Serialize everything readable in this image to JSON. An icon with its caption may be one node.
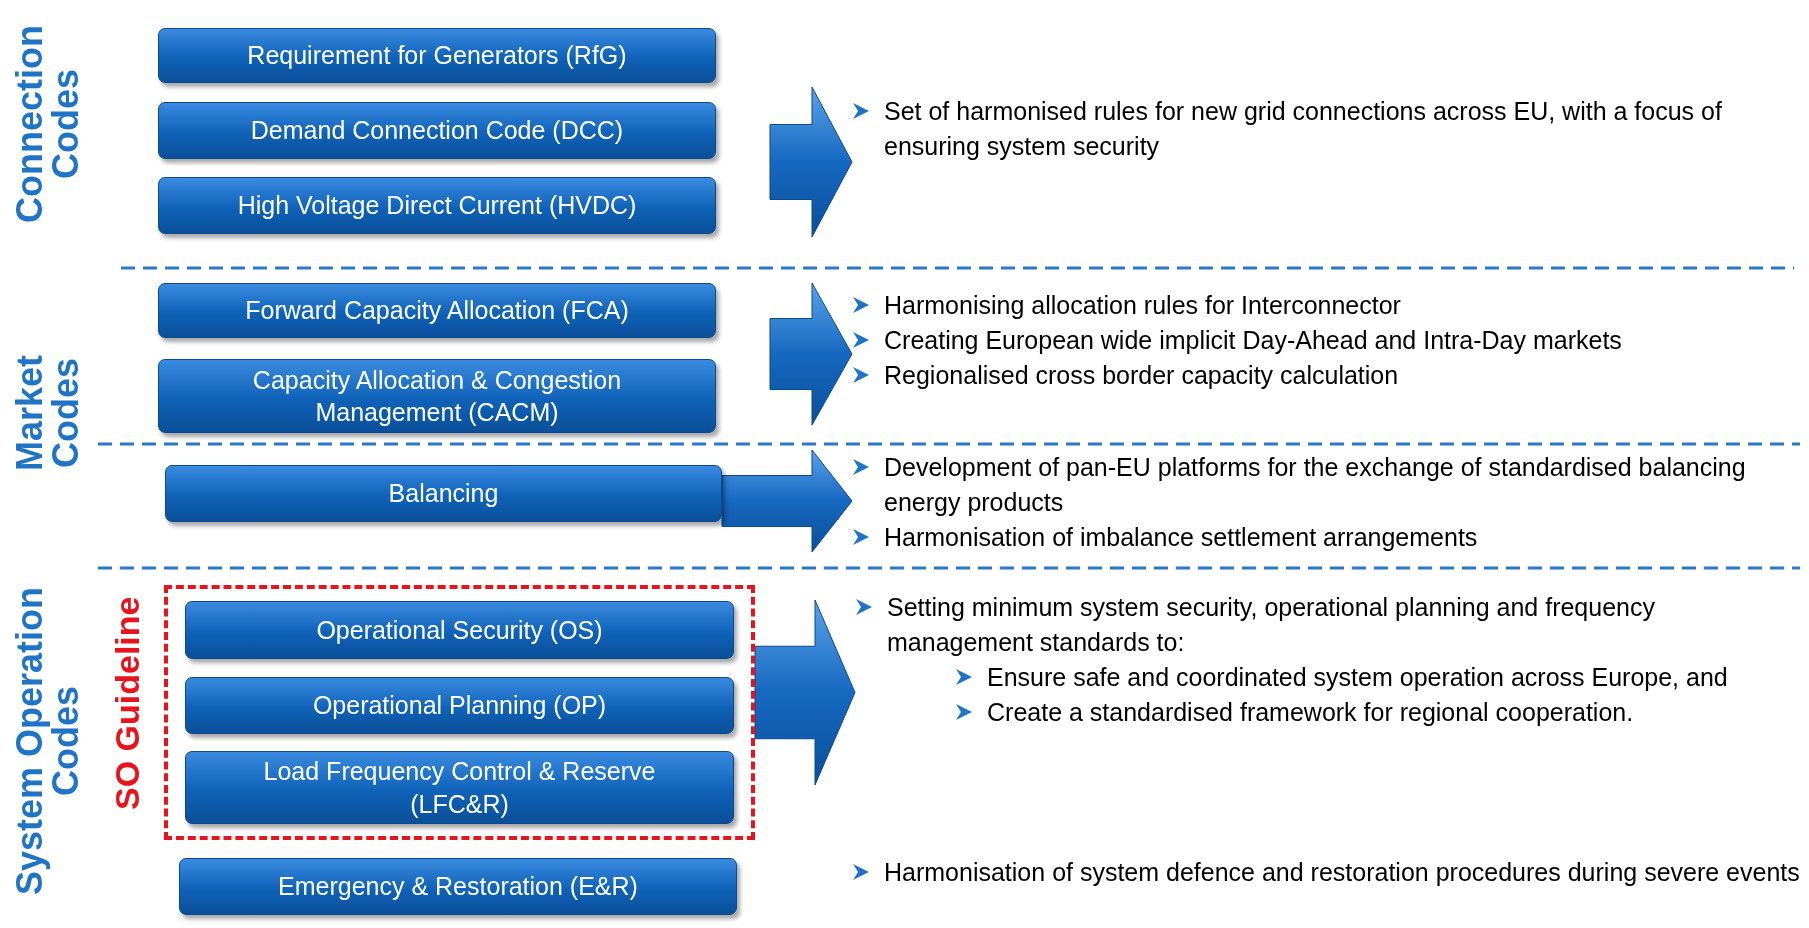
{
  "diagram": {
    "nodes": [
      {
        "text": [
          "Requirement for Generators (RfG)"
        ]
      },
      {
        "text": [
          "Demand Connection Code (DCC)"
        ]
      },
      {
        "text": [
          "High Voltage Direct Current (HVDC)"
        ]
      },
      {
        "text": [
          "Forward Capacity Allocation (FCA)"
        ]
      },
      {
        "text": [
          "Capacity Allocation & Congestion Management (CACM)"
        ]
      },
      {
        "text": [
          "Balancing"
        ]
      },
      {
        "text": [
          "SO Guideline"
        ]
      },
      {
        "text": [
          "Operational Security (OS)"
        ],
        "in": 6
      },
      {
        "text": [
          "Operational Planning (OP)"
        ],
        "in": 6
      },
      {
        "text": [
          "Load Frequency Control & Reserve (LFC&R)"
        ],
        "in": 6
      },
      {
        "text": [
          "Emergency & Restoration (E&R)"
        ]
      },
      {
        "text": [
          "Set of harmonised rules for new grid connections across EU, with a focus of ensuring system security"
        ]
      },
      {
        "text": [
          "Harmonising allocation rules for Interconnector",
          "Creating European wide implicit Day-Ahead and Intra-Day markets",
          "Regionalised cross border capacity calculation"
        ]
      },
      {
        "text": [
          "Development of pan-EU platforms for the exchange of standardised balancing energy products",
          "Harmonisation of imbalance settlement arrangements"
        ]
      },
      {
        "text": [
          "Setting minimum system security, operational planning and frequency management standards to:",
          "Ensure safe and coordinated system operation across Europe, and",
          "Create a standardised framework for regional cooperation."
        ]
      }
    ],
    "edges": [
      {
        "from": null,
        "to": 11,
        "arrow": "to"
      },
      {
        "from": null,
        "to": 12,
        "arrow": "to"
      },
      {
        "from": 5,
        "to": 13,
        "arrow": "to"
      },
      {
        "from": 6,
        "to": 14,
        "arrow": "to"
      }
    ],
    "labels": [
      "Connection Codes",
      "Market Codes",
      "System Operation Codes",
      "Harmonisation of system defence and restoration procedures during severe events"
    ]
  }
}
